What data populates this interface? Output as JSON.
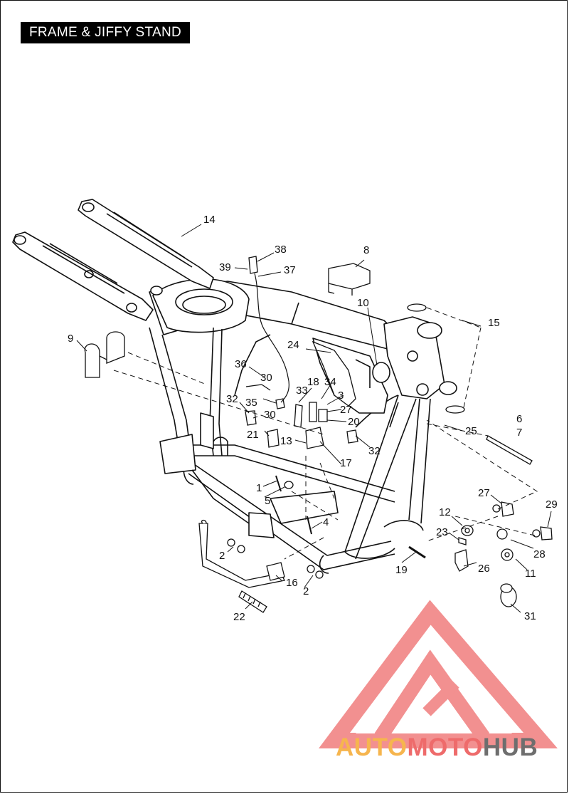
{
  "title": "FRAME & JIFFY STAND",
  "labels": {
    "l1": "1",
    "l2a": "2",
    "l2b": "2",
    "l3": "3",
    "l4": "4",
    "l5": "5",
    "l6": "6",
    "l7": "7",
    "l8": "8",
    "l9": "9",
    "l10": "10",
    "l11": "11",
    "l12": "12",
    "l13": "13",
    "l14": "14",
    "l15": "15",
    "l16": "16",
    "l17": "17",
    "l18": "18",
    "l19": "19",
    "l20": "20",
    "l21": "21",
    "l22": "22",
    "l23": "23",
    "l24": "24",
    "l25": "25",
    "l26": "26",
    "l27a": "27",
    "l27b": "27",
    "l28": "28",
    "l29": "29",
    "l30a": "30",
    "l30b": "30",
    "l31": "31",
    "l32a": "32",
    "l32b": "32",
    "l33": "33",
    "l34": "34",
    "l35": "35",
    "l36": "36",
    "l37": "37",
    "l38": "38",
    "l39": "39"
  },
  "watermark": {
    "part1": "AUTO",
    "part2": "MOTO",
    "part3": "HUB"
  },
  "colors": {
    "ink": "#111111",
    "logo_red": "#ee6b6b",
    "logo_orange": "#f6b54e",
    "logo_gray": "#6e6e6e"
  }
}
